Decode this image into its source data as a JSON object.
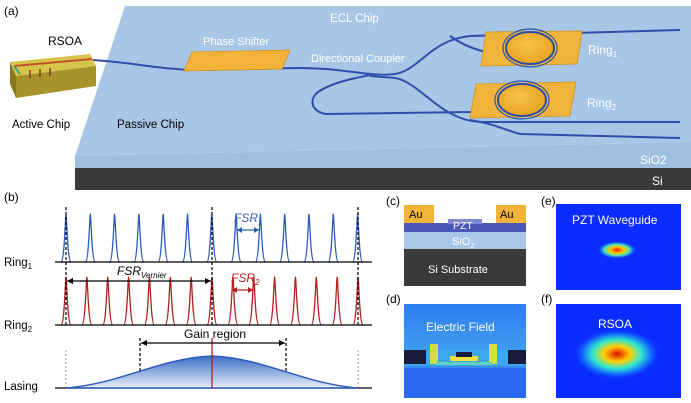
{
  "panel_a": {
    "letter": "(a)",
    "rsoa": "RSOA",
    "active_chip": "Active Chip",
    "passive_chip": "Passive Chip",
    "ecl_chip": "ECL Chip",
    "phase_shifter": "Phase Shifter",
    "directional_coupler": "Directional Coupler",
    "ring1": "Ring",
    "ring1_sub": "1",
    "ring2": "Ring",
    "ring2_sub": "2",
    "sio2": "SiO2",
    "si": "Si"
  },
  "panel_b": {
    "letter": "(b)",
    "ring1": "Ring",
    "ring1_sub": "1",
    "ring2": "Ring",
    "ring2_sub": "2",
    "lasing": "Lasing",
    "fsr1": "FSR",
    "fsr1_sub": "1",
    "fsr2": "FSR",
    "fsr2_sub": "2",
    "fsr_vernier": "FSR",
    "fsr_vernier_sub": "Vernier",
    "gain_region": "Gain region",
    "colors": {
      "ring1": "#2f5db8",
      "ring2": "#b42020"
    }
  },
  "panel_c": {
    "letter": "(c)",
    "au_left": "Au",
    "au_right": "Au",
    "pzt": "PZT",
    "sio2": "SiO",
    "sio2_sub": "2",
    "substrate": "Si Substrate"
  },
  "panel_d": {
    "letter": "(d)",
    "title": "Electric Field"
  },
  "panel_e": {
    "letter": "(e)",
    "title": "PZT Waveguide"
  },
  "panel_f": {
    "letter": "(f)",
    "title": "RSOA"
  }
}
